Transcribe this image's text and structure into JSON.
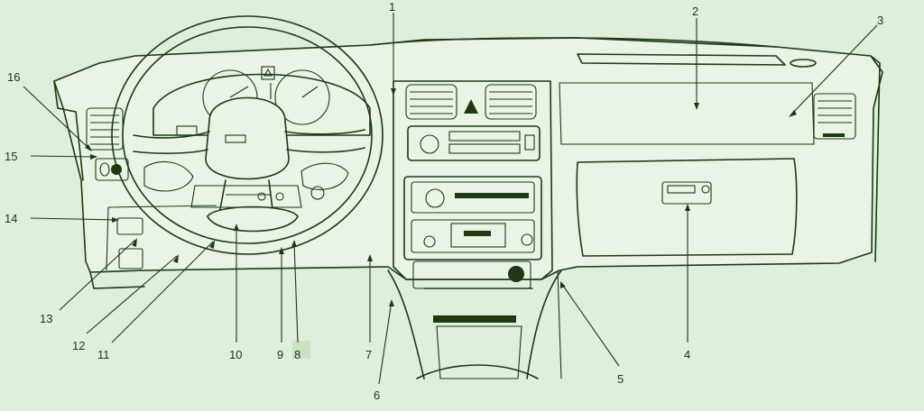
{
  "diagram": {
    "callouts": [
      {
        "id": "1",
        "label": "1"
      },
      {
        "id": "2",
        "label": "2"
      },
      {
        "id": "3",
        "label": "3"
      },
      {
        "id": "4",
        "label": "4"
      },
      {
        "id": "5",
        "label": "5"
      },
      {
        "id": "6",
        "label": "6"
      },
      {
        "id": "7",
        "label": "7"
      },
      {
        "id": "8",
        "label": "8"
      },
      {
        "id": "9",
        "label": "9"
      },
      {
        "id": "10",
        "label": "10"
      },
      {
        "id": "11",
        "label": "11"
      },
      {
        "id": "12",
        "label": "12"
      },
      {
        "id": "13",
        "label": "13"
      },
      {
        "id": "14",
        "label": "14"
      },
      {
        "id": "15",
        "label": "15"
      },
      {
        "id": "16",
        "label": "16"
      }
    ],
    "colors": {
      "background": "#dfeedd",
      "line": "#1d3a12",
      "highlight": "#c9e4c3"
    }
  }
}
